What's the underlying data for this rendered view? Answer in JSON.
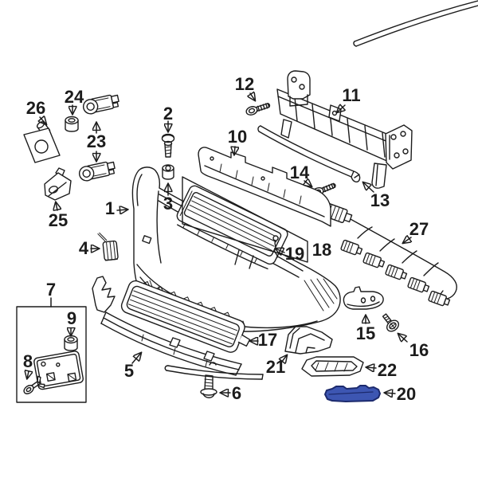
{
  "diagram": {
    "kind": "exploded-parts-diagram",
    "selected_callout": "20"
  },
  "colors": {
    "background": "#ffffff",
    "line": "#1c1c1c",
    "highlight_fill": "#3d56b2",
    "highlight_stroke": "#1c2a6d"
  },
  "callouts": {
    "n1": "1",
    "n2": "2",
    "n3": "3",
    "n4": "4",
    "n5": "5",
    "n6": "6",
    "n7": "7",
    "n8": "8",
    "n9": "9",
    "n10": "10",
    "n11": "11",
    "n12": "12",
    "n13": "13",
    "n14": "14",
    "n15": "15",
    "n16": "16",
    "n17": "17",
    "n18": "18",
    "n19": "19",
    "n20": "20",
    "n21": "21",
    "n22": "22",
    "n23": "23",
    "n24": "24",
    "n25": "25",
    "n26": "26",
    "n27": "27"
  }
}
